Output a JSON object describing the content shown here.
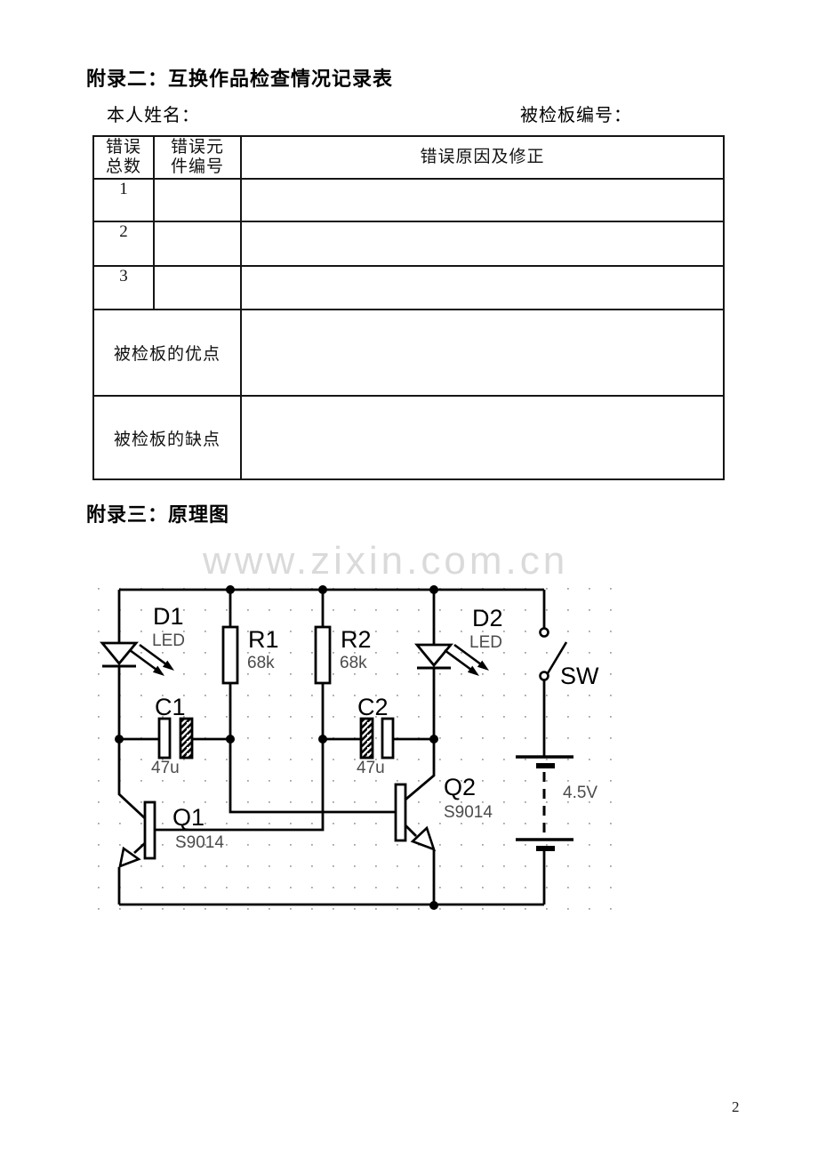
{
  "appendix2": {
    "title": "附录二：互换作品检查情况记录表",
    "my_name_label": "本人姓名：",
    "board_id_label": "被检板编号：",
    "table": {
      "col1_header": [
        "错误",
        "总数"
      ],
      "col2_header": [
        "错误元",
        "件编号"
      ],
      "col3_header": "错误原因及修正",
      "error_rows": [
        "1",
        "2",
        "3"
      ],
      "pros_label": "被检板的优点",
      "cons_label": "被检板的缺点"
    }
  },
  "appendix3": {
    "title": "附录三：原理图"
  },
  "watermark": "www.zixin.com.cn",
  "page_number": "2",
  "circuit": {
    "d1": {
      "ref": "D1",
      "type": "LED"
    },
    "d2": {
      "ref": "D2",
      "type": "LED"
    },
    "r1": {
      "ref": "R1",
      "value": "68k"
    },
    "r2": {
      "ref": "R2",
      "value": "68k"
    },
    "c1": {
      "ref": "C1",
      "value": "47u"
    },
    "c2": {
      "ref": "C2",
      "value": "47u"
    },
    "q1": {
      "ref": "Q1",
      "part": "S9014"
    },
    "q2": {
      "ref": "Q2",
      "part": "S9014"
    },
    "sw": {
      "ref": "SW"
    },
    "battery": {
      "voltage": "4.5V"
    }
  }
}
